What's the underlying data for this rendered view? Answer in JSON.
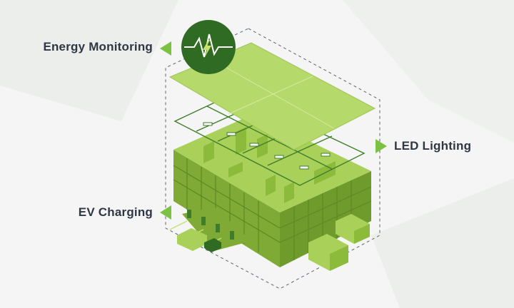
{
  "callouts": {
    "energy_monitoring": "Energy Monitoring",
    "led_lighting": "LED Lighting",
    "ev_charging": "EV Charging"
  },
  "icons": {
    "energy": "lightning-bolt-pulse-icon",
    "pointer": "triangle-pointer-icon"
  },
  "colors": {
    "background": "#f4f5f4",
    "accent_green": "#7cc242",
    "dark_green": "#2f6b22",
    "roof_green": "#b5d96b",
    "building_green": "#8fbd3e",
    "line_green": "#3f7d2a",
    "text": "#2f3644"
  }
}
